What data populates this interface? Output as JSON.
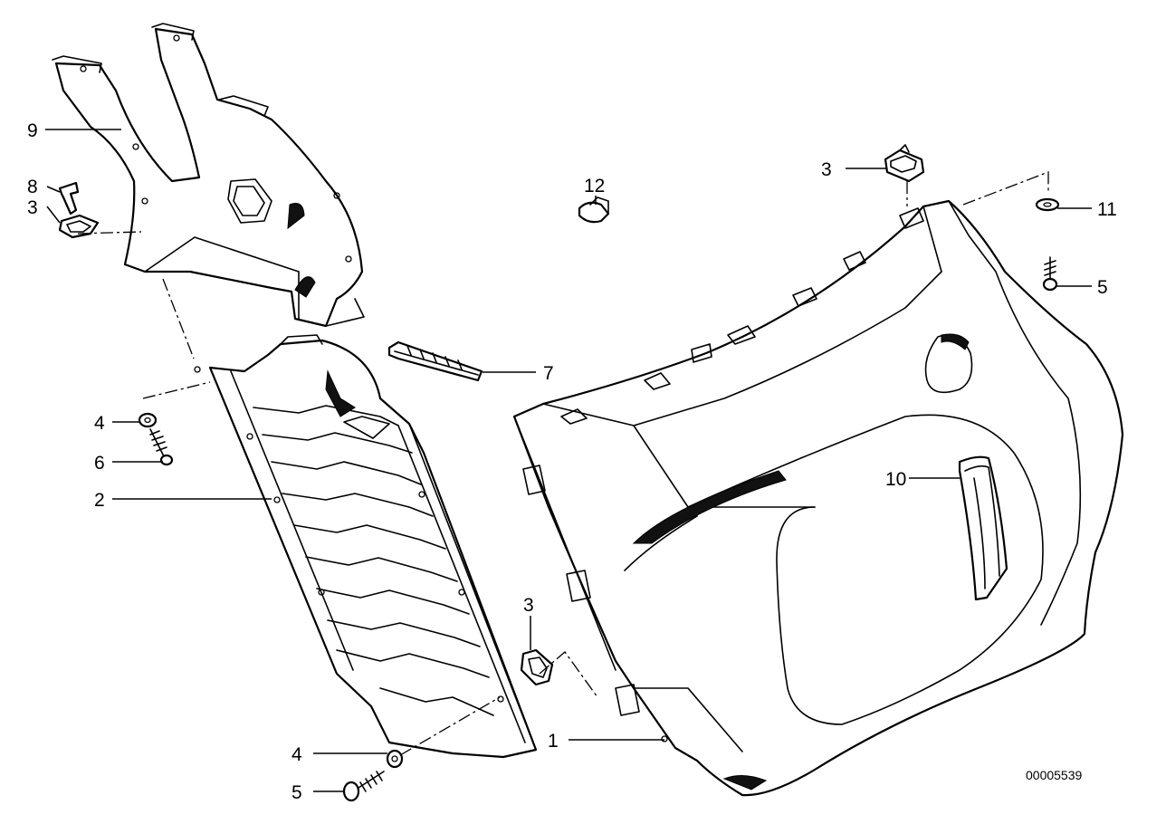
{
  "diagram": {
    "reference_number": "00005539",
    "callouts": [
      {
        "id": "c1",
        "label": "1"
      },
      {
        "id": "c2",
        "label": "2"
      },
      {
        "id": "c3a",
        "label": "3"
      },
      {
        "id": "c3b",
        "label": "3"
      },
      {
        "id": "c3c",
        "label": "3"
      },
      {
        "id": "c4a",
        "label": "4"
      },
      {
        "id": "c4b",
        "label": "4"
      },
      {
        "id": "c5a",
        "label": "5"
      },
      {
        "id": "c5b",
        "label": "5"
      },
      {
        "id": "c6",
        "label": "6"
      },
      {
        "id": "c7",
        "label": "7"
      },
      {
        "id": "c8",
        "label": "8"
      },
      {
        "id": "c9",
        "label": "9"
      },
      {
        "id": "c10",
        "label": "10"
      },
      {
        "id": "c11",
        "label": "11"
      },
      {
        "id": "c12",
        "label": "12"
      }
    ]
  }
}
